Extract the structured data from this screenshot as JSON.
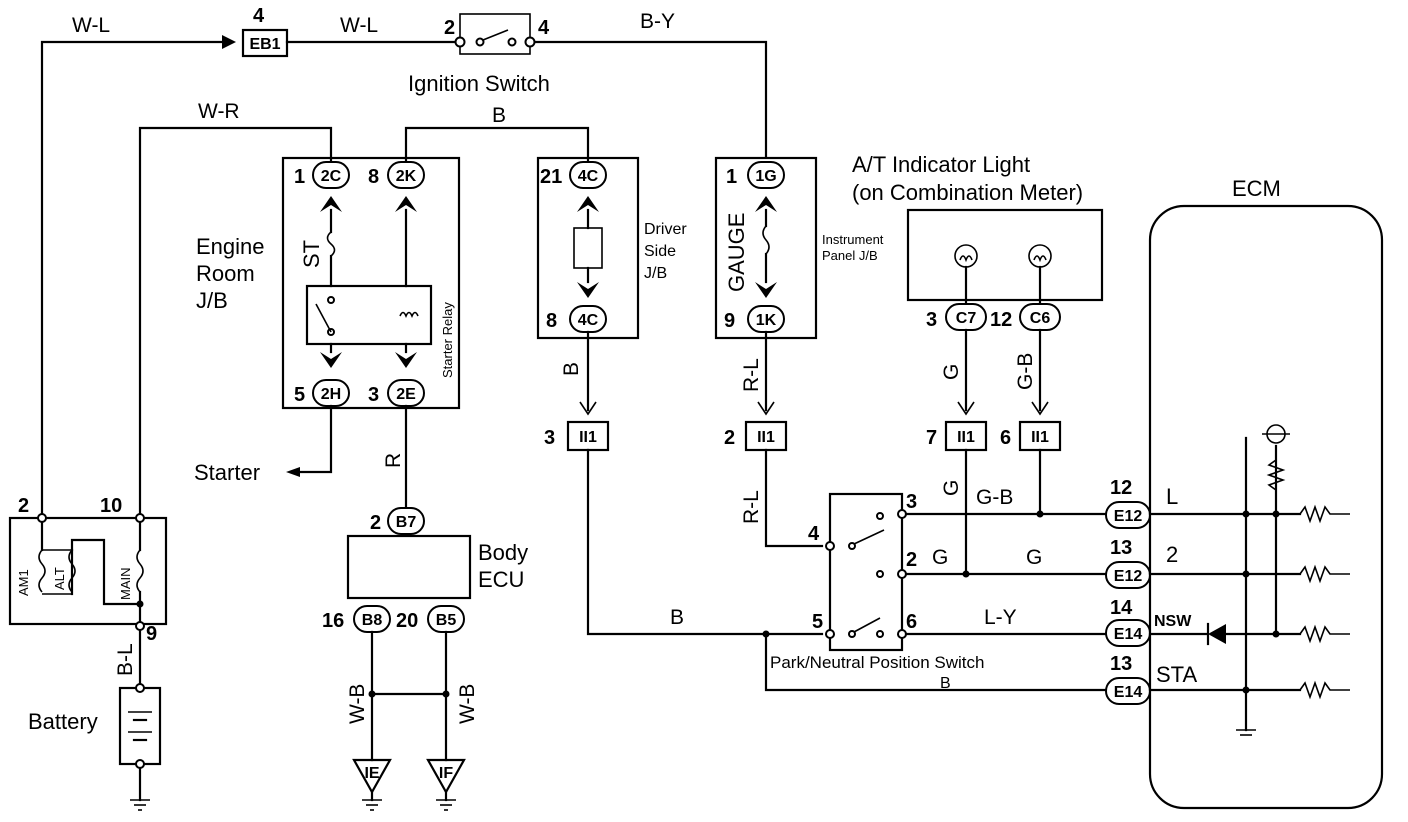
{
  "components": {
    "ignition_switch": "Ignition Switch",
    "engine_room_jb": [
      "Engine",
      "Room",
      "J/B"
    ],
    "starter_relay": "Starter Relay",
    "driver_side_jb": [
      "Driver",
      "Side",
      "J/B"
    ],
    "gauge": "GAUGE",
    "instrument_panel_jb": [
      "Instrument",
      "Panel J/B"
    ],
    "at_indicator": [
      "A/T Indicator Light",
      "(on Combination Meter)"
    ],
    "ecm": "ECM",
    "body_ecu": [
      "Body",
      "ECU"
    ],
    "battery": "Battery",
    "starter": "Starter",
    "pnp_switch": "Park/Neutral Position Switch"
  },
  "fuses": {
    "am1": "AM1",
    "alt": "ALT",
    "main": "MAIN",
    "st": "ST"
  },
  "connectors": {
    "eb1": "EB1",
    "c2c": "2C",
    "c2k": "2K",
    "c2h": "2H",
    "c2e": "2E",
    "c4c_top": "4C",
    "c4c_bot": "4C",
    "c1g": "1G",
    "c1k": "1K",
    "cc7": "C7",
    "cc6": "C6",
    "ii1_a": "II1",
    "ii1_b": "II1",
    "ii1_c": "II1",
    "ii1_d": "II1",
    "cb7": "B7",
    "cb8": "B8",
    "cb5": "B5",
    "e12_a": "E12",
    "e12_b": "E12",
    "e14_a": "E14",
    "e14_b": "E14",
    "ie": "IE",
    "if": "IF"
  },
  "pins": {
    "eb1": "4",
    "ign_in": "2",
    "ign_out": "4",
    "c2c": "1",
    "c2k": "8",
    "c2h": "5",
    "c2e": "3",
    "c4c_top": "21",
    "c4c_bot": "8",
    "c1g": "1",
    "c1k": "9",
    "cc7": "3",
    "cc6": "12",
    "ii1_a": "3",
    "ii1_b": "2",
    "ii1_c": "7",
    "ii1_d": "6",
    "fuse_in": "2",
    "fuse_main": "10",
    "fuse_out": "9",
    "cb7": "2",
    "cb8": "16",
    "cb5": "20",
    "pnp_3": "3",
    "pnp_4": "4",
    "pnp_2": "2",
    "pnp_5": "5",
    "pnp_6": "6",
    "e12_l": "12",
    "e12_2": "13",
    "e14_nsw": "14",
    "e14_sta": "13"
  },
  "ecm_terminals": {
    "l": "L",
    "two": "2",
    "nsw": "NSW",
    "sta": "STA"
  },
  "wires": {
    "w_l_1": "W-L",
    "w_l_2": "W-L",
    "b_y": "B-Y",
    "w_r": "W-R",
    "b_top": "B",
    "b_vert": "B",
    "r_l_vert": "R-L",
    "r_l_low": "R-L",
    "g_vert": "G",
    "g_b_vert": "G-B",
    "g_low": "G",
    "g_b_low": "G-B",
    "g_2": "G",
    "g_2b": "G",
    "l_y": "L-Y",
    "b_pnp": "B",
    "b_sta": "B",
    "r": "R",
    "b_l": "B-L",
    "w_b_1": "W-B",
    "w_b_2": "W-B"
  }
}
